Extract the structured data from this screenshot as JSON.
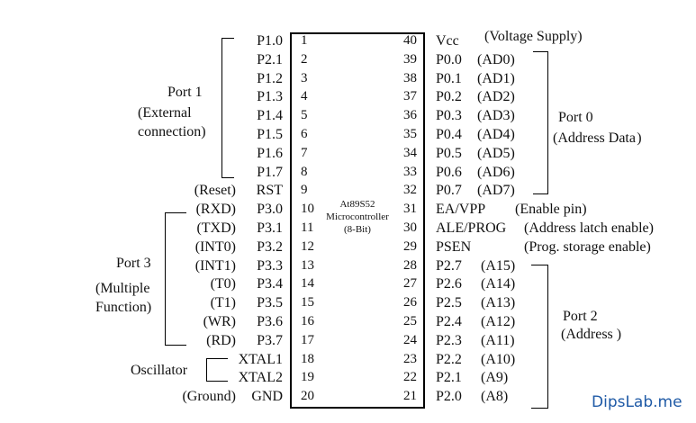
{
  "chip": {
    "name": "At89S52",
    "line2": "Microcontroller",
    "line3": "(8-Bit)"
  },
  "left_pins": [
    {
      "num": "1",
      "signal": "P1.0",
      "alt": ""
    },
    {
      "num": "2",
      "signal": "P2.1",
      "alt": ""
    },
    {
      "num": "3",
      "signal": "P1.2",
      "alt": ""
    },
    {
      "num": "4",
      "signal": "P1.3",
      "alt": ""
    },
    {
      "num": "5",
      "signal": "P1.4",
      "alt": ""
    },
    {
      "num": "6",
      "signal": "P1.5",
      "alt": ""
    },
    {
      "num": "7",
      "signal": "P1.6",
      "alt": ""
    },
    {
      "num": "8",
      "signal": "P1.7",
      "alt": ""
    },
    {
      "num": "9",
      "signal": "RST",
      "alt": "(Reset)"
    },
    {
      "num": "10",
      "signal": "P3.0",
      "alt": "(RXD)"
    },
    {
      "num": "11",
      "signal": "P3.1",
      "alt": "(TXD)"
    },
    {
      "num": "12",
      "signal": "P3.2",
      "alt": "(INT0)"
    },
    {
      "num": "13",
      "signal": "P3.3",
      "alt": "(INT1)"
    },
    {
      "num": "14",
      "signal": "P3.4",
      "alt": "(T0)"
    },
    {
      "num": "15",
      "signal": "P3.5",
      "alt": "(T1)"
    },
    {
      "num": "16",
      "signal": "P3.6",
      "alt": "(WR)"
    },
    {
      "num": "17",
      "signal": "P3.7",
      "alt": "(RD)"
    },
    {
      "num": "18",
      "signal": "XTAL1",
      "alt": ""
    },
    {
      "num": "19",
      "signal": "XTAL2",
      "alt": ""
    },
    {
      "num": "20",
      "signal": "GND",
      "alt": "(Ground)"
    }
  ],
  "right_pins": [
    {
      "num": "40",
      "signal": "Vcc",
      "alt": "(Voltage Supply)"
    },
    {
      "num": "39",
      "signal": "P0.0",
      "alt": "(AD0)"
    },
    {
      "num": "38",
      "signal": "P0.1",
      "alt": "(AD1)"
    },
    {
      "num": "37",
      "signal": "P0.2",
      "alt": "(AD2)"
    },
    {
      "num": "36",
      "signal": "P0.3",
      "alt": "(AD3)"
    },
    {
      "num": "35",
      "signal": "P0.4",
      "alt": "(AD4)"
    },
    {
      "num": "34",
      "signal": "P0.5",
      "alt": "(AD5)"
    },
    {
      "num": "33",
      "signal": "P0.6",
      "alt": "(AD6)"
    },
    {
      "num": "32",
      "signal": "P0.7",
      "alt": "(AD7)"
    },
    {
      "num": "31",
      "signal": "EA/VPP",
      "alt": "(Enable pin)"
    },
    {
      "num": "30",
      "signal": "ALE/PROG",
      "alt": "(Address latch enable)"
    },
    {
      "num": "29",
      "signal": "PSEN",
      "alt": "(Prog. storage enable)"
    },
    {
      "num": "28",
      "signal": "P2.7",
      "alt": "(A15)"
    },
    {
      "num": "27",
      "signal": "P2.6",
      "alt": "(A14)"
    },
    {
      "num": "26",
      "signal": "P2.5",
      "alt": "(A13)"
    },
    {
      "num": "25",
      "signal": "P2.4",
      "alt": "(A12)"
    },
    {
      "num": "24",
      "signal": "P2.3",
      "alt": "(A11)"
    },
    {
      "num": "23",
      "signal": "P2.2",
      "alt": "(A10)"
    },
    {
      "num": "22",
      "signal": "P2.1",
      "alt": "(A9)"
    },
    {
      "num": "21",
      "signal": "P2.0",
      "alt": "(A8)"
    }
  ],
  "groups": {
    "port1": {
      "title": "Port 1",
      "line2": "(External",
      "line3": "connection)"
    },
    "port3": {
      "title": "Port 3",
      "line2": "(Multiple",
      "line3": "Function)"
    },
    "oscillator": "Oscillator",
    "port0": {
      "title": "Port 0",
      "line2": "(Address Data )"
    },
    "port2": {
      "title": "Port 2",
      "line2": "(Address )"
    }
  },
  "watermark": "DipsLab.me"
}
